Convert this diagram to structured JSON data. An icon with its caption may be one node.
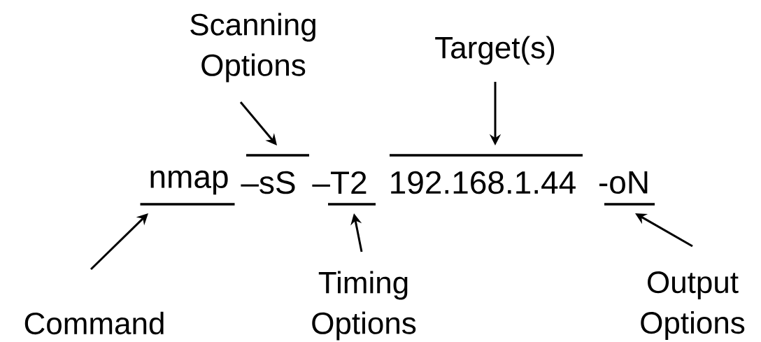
{
  "diagram": {
    "nodes": [
      {
        "text": [
          "Scanning Options"
        ]
      },
      {
        "text": [],
        "shape": "bar"
      },
      {
        "text": [
          "Target(s)"
        ]
      },
      {
        "text": [],
        "shape": "bar"
      },
      {
        "text": [],
        "shape": "bar"
      },
      {
        "text": [],
        "shape": "bar"
      },
      {
        "text": [],
        "shape": "bar"
      },
      {
        "text": [
          "Command"
        ]
      },
      {
        "text": [
          "Timing Options"
        ]
      },
      {
        "text": [
          "Output Options"
        ]
      }
    ],
    "edges": [
      {
        "from": 0,
        "to": 1,
        "arrow": "to"
      },
      {
        "from": 2,
        "to": 3,
        "arrow": "to"
      },
      {
        "from": 7,
        "to": 4,
        "arrow": "to"
      },
      {
        "from": 8,
        "to": 5,
        "arrow": "to"
      },
      {
        "from": 9,
        "to": 6,
        "arrow": "to"
      }
    ],
    "labels": [
      "nmap",
      "–sS",
      "–T2",
      "192.168.1.44",
      "-oN"
    ]
  }
}
